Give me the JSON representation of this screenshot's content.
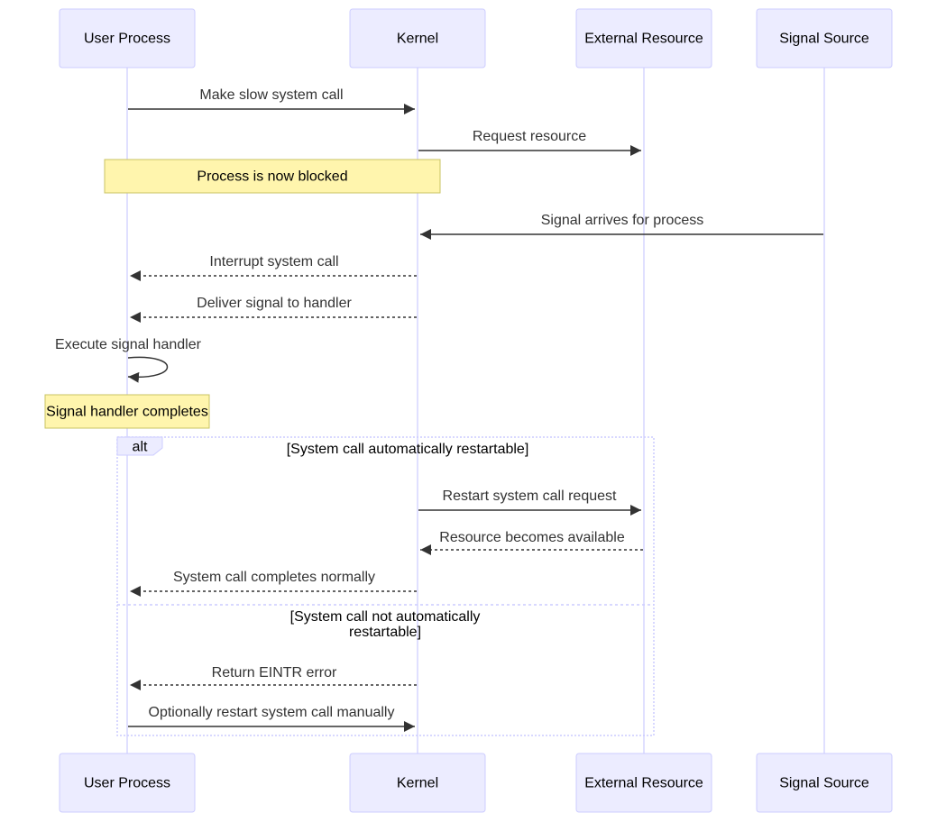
{
  "participants": {
    "user": "User Process",
    "kernel": "Kernel",
    "resource": "External Resource",
    "signal": "Signal Source"
  },
  "messages": {
    "m1": "Make slow system call",
    "m2": "Request resource",
    "m3": "Signal arrives for process",
    "m4": "Interrupt system call",
    "m5": "Deliver signal to handler",
    "m6": "Execute signal handler",
    "m7": "Restart system call request",
    "m8": "Resource becomes available",
    "m9": "System call completes normally",
    "m10": "Return EINTR error",
    "m11": "Optionally restart system call manually"
  },
  "notes": {
    "blocked": "Process is now blocked",
    "handler_done": "Signal handler completes"
  },
  "alt": {
    "label": "alt",
    "guard1": "[System call automatically restartable]",
    "guard2_line1": "[System call not automatically",
    "guard2_line2": "restartable]"
  }
}
